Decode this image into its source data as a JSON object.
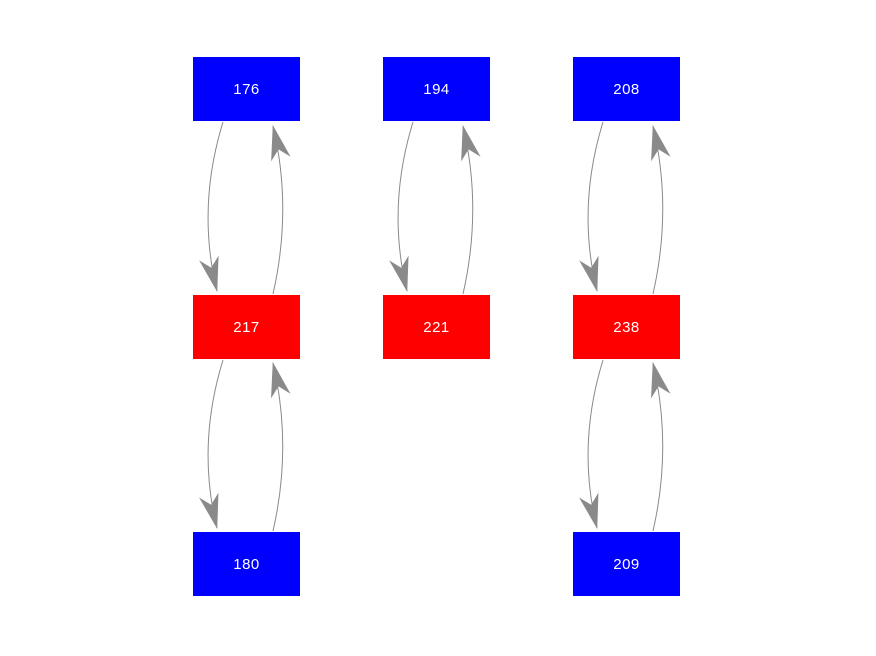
{
  "diagram": {
    "type": "directed-graph",
    "description": "Three vertical chains of rectangular nodes joined by bidirectional curved arrows",
    "colors": {
      "background": "#ffffff",
      "blue": "#0000ff",
      "red": "#ff0000",
      "edge": "#8a8a8a",
      "label_text": "#ffffff"
    },
    "nodes": [
      {
        "id": "n176",
        "label": "176",
        "fill": "blue",
        "column": 1,
        "row": "top"
      },
      {
        "id": "n194",
        "label": "194",
        "fill": "blue",
        "column": 2,
        "row": "top"
      },
      {
        "id": "n208",
        "label": "208",
        "fill": "blue",
        "column": 3,
        "row": "top"
      },
      {
        "id": "n217",
        "label": "217",
        "fill": "red",
        "column": 1,
        "row": "middle"
      },
      {
        "id": "n221",
        "label": "221",
        "fill": "red",
        "column": 2,
        "row": "middle"
      },
      {
        "id": "n238",
        "label": "238",
        "fill": "red",
        "column": 3,
        "row": "middle"
      },
      {
        "id": "n180",
        "label": "180",
        "fill": "blue",
        "column": 1,
        "row": "bottom"
      },
      {
        "id": "n209",
        "label": "209",
        "fill": "blue",
        "column": 3,
        "row": "bottom"
      }
    ],
    "edges": [
      {
        "from": "176",
        "to": "217"
      },
      {
        "from": "217",
        "to": "176"
      },
      {
        "from": "194",
        "to": "221"
      },
      {
        "from": "221",
        "to": "194"
      },
      {
        "from": "208",
        "to": "238"
      },
      {
        "from": "238",
        "to": "208"
      },
      {
        "from": "217",
        "to": "180"
      },
      {
        "from": "180",
        "to": "217"
      },
      {
        "from": "238",
        "to": "209"
      },
      {
        "from": "209",
        "to": "238"
      }
    ]
  }
}
